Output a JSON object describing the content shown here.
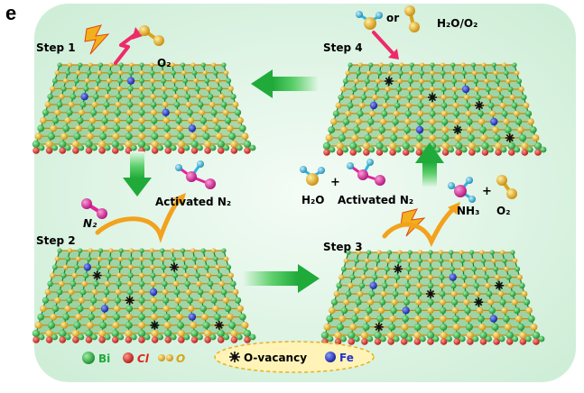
{
  "panel_letter": "e",
  "steps": [
    {
      "label": "Step 1"
    },
    {
      "label": "Step 2"
    },
    {
      "label": "Step 3"
    },
    {
      "label": "Step 4"
    }
  ],
  "molecules": {
    "o2": "O₂",
    "or": "or",
    "h2o_o2": "H₂O/O₂",
    "n2": "N₂",
    "activated_n2": "Activated N₂",
    "h2o": "H₂O",
    "plus": "+",
    "nh3": "NH₃"
  },
  "legend": {
    "bi": "Bi",
    "cl": "Cl",
    "o": "O",
    "o_vacancy": "O-vacancy",
    "fe": "Fe"
  },
  "colors": {
    "bi_green": "#1faa3a",
    "cl_red": "#e0241f",
    "o_yellow": "#e7b21c",
    "fe_blue": "#2233cc",
    "n_magenta": "#e0249a",
    "h_cyan": "#2bb6e0",
    "arrow_green": "#33c24a",
    "background_mint": "#dff4e4"
  }
}
